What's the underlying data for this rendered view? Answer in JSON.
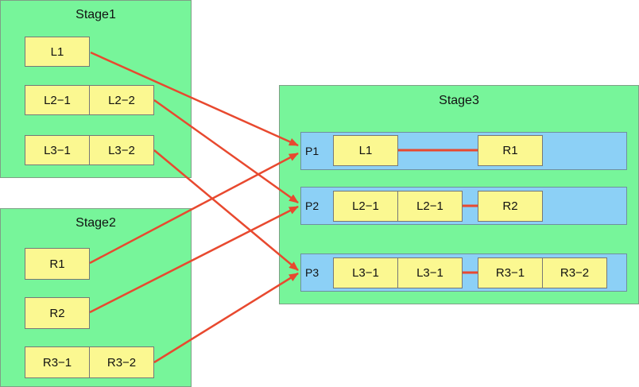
{
  "stages": {
    "stage1": {
      "title": "Stage1",
      "items": [
        "L1",
        "L2−1",
        "L2−2",
        "L3−1",
        "L3−2"
      ]
    },
    "stage2": {
      "title": "Stage2",
      "items": [
        "R1",
        "R2",
        "R3−1",
        "R3−2"
      ]
    },
    "stage3": {
      "title": "Stage3",
      "partitions": [
        {
          "label": "P1",
          "left": [
            "L1"
          ],
          "right": [
            "R1"
          ]
        },
        {
          "label": "P2",
          "left": [
            "L2−1",
            "L2−1"
          ],
          "right": [
            "R2"
          ]
        },
        {
          "label": "P3",
          "left": [
            "L3−1",
            "L3−1"
          ],
          "right": [
            "R3−1",
            "R3−2"
          ]
        }
      ]
    }
  },
  "colors": {
    "stage_fill": "#77f59a",
    "partition_fill": "#8cd0f6",
    "box_fill": "#fbf891",
    "arrow": "#e8492f"
  }
}
